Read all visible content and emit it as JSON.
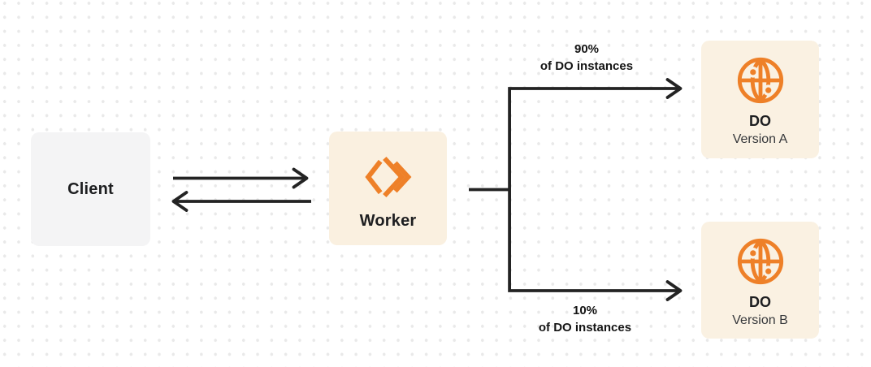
{
  "diagram": {
    "nodes": {
      "client": {
        "label": "Client"
      },
      "worker": {
        "label": "Worker",
        "icon": "cloudflare-workers-icon"
      },
      "do_version_a": {
        "title": "DO",
        "subtitle": "Version A",
        "icon": "durable-object-globe-icon"
      },
      "do_version_b": {
        "title": "DO",
        "subtitle": "Version B",
        "icon": "durable-object-globe-icon"
      }
    },
    "edge_labels": {
      "top": {
        "line1": "90%",
        "line2": "of DO instances"
      },
      "bottom": {
        "line1": "10%",
        "line2": "of DO instances"
      }
    },
    "colors": {
      "accent_orange": "#EE8028",
      "arrow_line": "#232323",
      "client_box_bg": "#f4f4f5",
      "cream_box_bg": "#faf1e2",
      "dot_grid": "#e9e9e9",
      "text_primary": "#1d1e20",
      "text_secondary": "#36383b"
    }
  }
}
